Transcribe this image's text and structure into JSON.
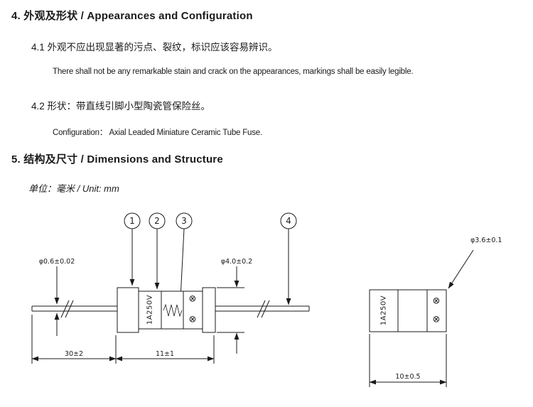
{
  "doc": {
    "section4_heading": "4. 外观及形状 / Appearances and Configuration",
    "item_4_1_zh": "4.1 外观不应出现显著的污点、裂纹，标识应该容易辨识。",
    "item_4_1_en": "There shall not be any remarkable stain and crack on the appearances, markings shall be easily legible.",
    "item_4_2_zh": "4.2 形状：带直线引脚小型陶瓷管保险丝。",
    "item_4_2_en": "Configuration： Axial Leaded Miniature Ceramic Tube Fuse.",
    "section5_heading": "5. 结构及尺寸 / Dimensions and Structure",
    "unit_note": "单位：毫米 / Unit: mm"
  },
  "diagram": {
    "callout_1": "1",
    "callout_2": "2",
    "callout_3": "3",
    "callout_4": "4",
    "fuse_marking": "1A250V",
    "side_marking": "1A250V",
    "cert_mark": "⊗",
    "dim_lead_diameter": "φ0.6±0.02",
    "dim_body_diameter": "φ4.0±0.2",
    "dim_lead_length": "30±2",
    "dim_body_length": "11±1",
    "dim_side_diameter": "φ3.6±0.1",
    "dim_side_length": "10±0.5"
  },
  "colors": {
    "ink": "#1a1a1a",
    "paper": "#ffffff"
  }
}
